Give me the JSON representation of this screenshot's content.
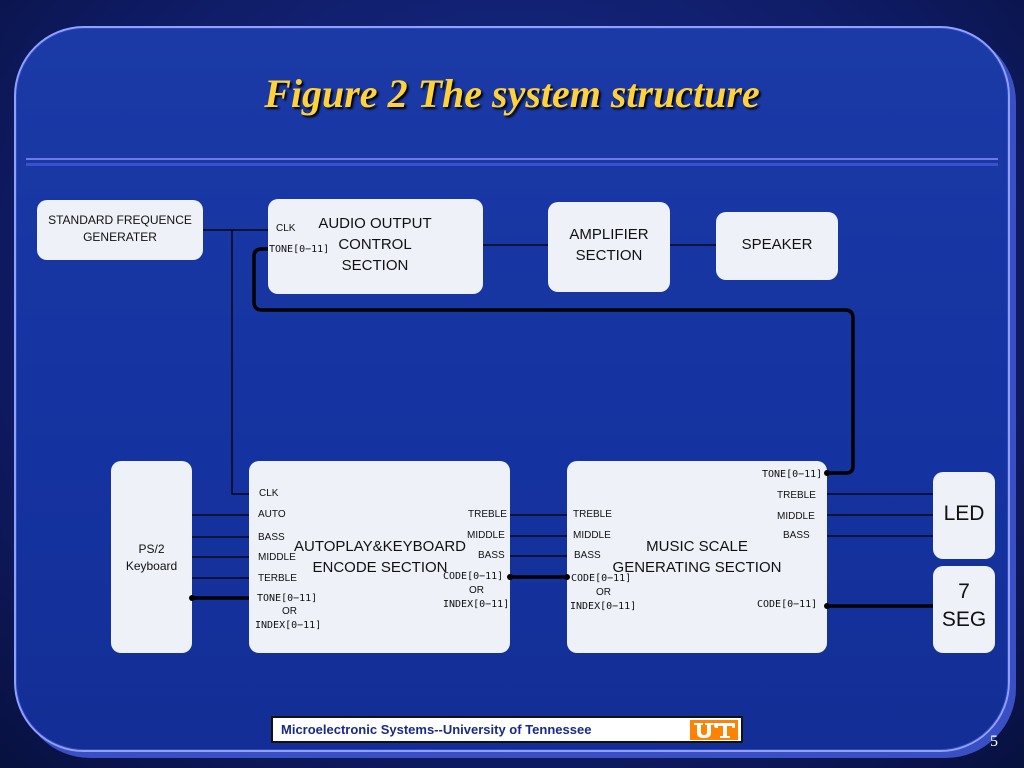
{
  "slide": {
    "title": "Figure 2  The system structure",
    "footer": "Microelectronic Systems--University of Tennessee",
    "logo": "UT",
    "page_number": "5"
  },
  "blocks": {
    "sfg": "STANDARD FREQUENCE GENERATER",
    "aoc": "AUDIO OUTPUT CONTROL SECTION",
    "amp": "AMPLIFIER SECTION",
    "spk": "SPEAKER",
    "ps2": "PS/2 Keyboard",
    "enc": "AUTOPLAY&KEYBOARD ENCODE SECTION",
    "msg": "MUSIC SCALE GENERATING SECTION",
    "led": "LED",
    "seg": "7 SEG"
  },
  "ports": {
    "aoc_clk": "CLK",
    "aoc_tone": "TONE[0−11]",
    "enc_in": [
      "CLK",
      "AUTO",
      "BASS",
      "MIDDLE",
      "TERBLE",
      "TONE[0−11]",
      "OR",
      "INDEX[0−11]"
    ],
    "enc_out": [
      "TREBLE",
      "MIDDLE",
      "BASS",
      "CODE[0−11]",
      "OR",
      "INDEX[0−11]"
    ],
    "msg_in": [
      "TREBLE",
      "MIDDLE",
      "BASS",
      "CODE[0−11]",
      "OR",
      "INDEX[0−11]"
    ],
    "msg_out": [
      "TONE[0−11]",
      "TREBLE",
      "MIDDLE",
      "BASS",
      "CODE[0−11]"
    ]
  },
  "colors": {
    "background": "#1533a0",
    "title": "#ffd23c",
    "box_fill": "#eef1f8",
    "wire": "#000000"
  }
}
